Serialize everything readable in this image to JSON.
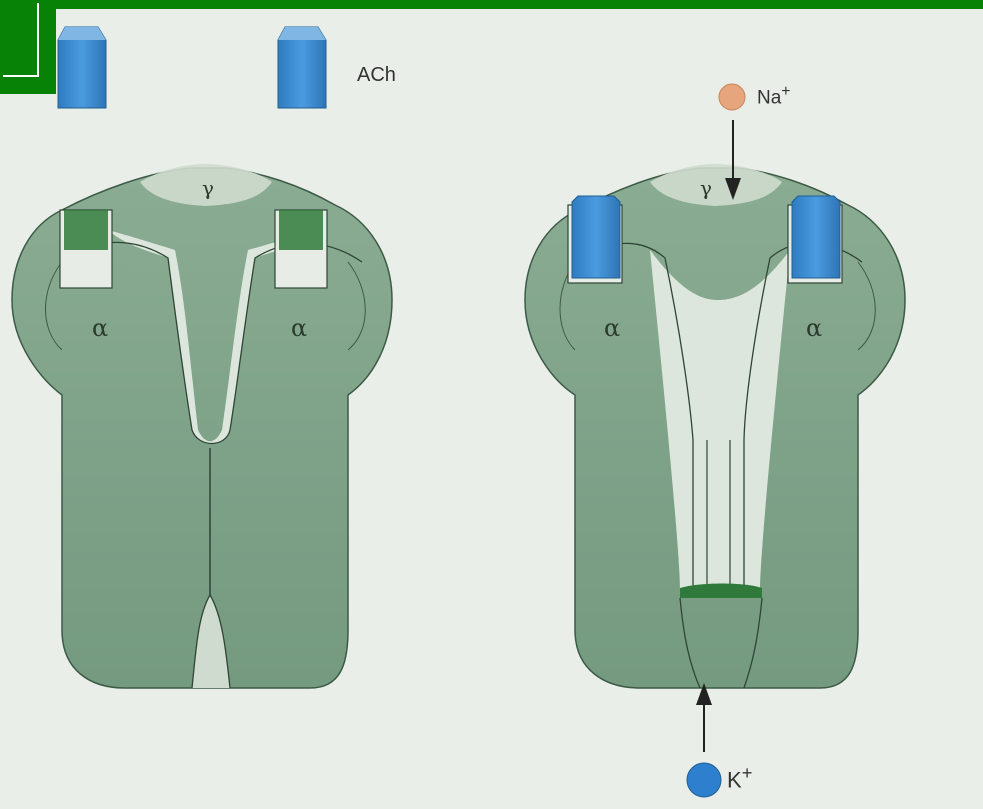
{
  "labels": {
    "ach": "ACh",
    "sodium": "Na",
    "sodium_charge": "+",
    "potassium": "K",
    "potassium_charge": "+",
    "gamma_subunit": "γ",
    "alpha_subunit": "α"
  },
  "colors": {
    "frame_green": "#078207",
    "receptor_green": "#7b9d86",
    "channel_light": "#d5dfd4",
    "ach_blue": "#3f8fd0",
    "binding_site_dark": "#2f7a3a",
    "sodium_ion": "#e6a57d",
    "potassium_ion": "#2f7fcf"
  }
}
